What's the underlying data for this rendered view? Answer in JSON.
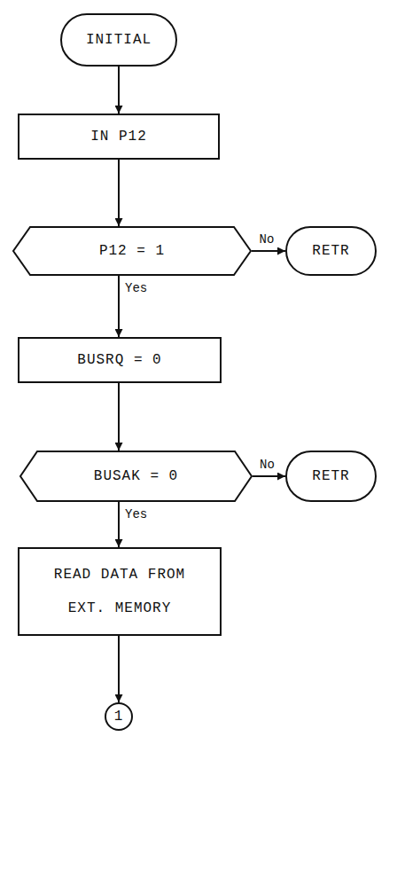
{
  "diagram": {
    "nodes": [
      {
        "text": [
          "INITIAL"
        ]
      },
      {
        "text": [
          "IN P12"
        ]
      },
      {
        "text": [
          "P12 = 1"
        ]
      },
      {
        "text": [
          "RETR"
        ]
      },
      {
        "text": [
          "BUSRQ = 0"
        ]
      },
      {
        "text": [
          "BUSAK = 0"
        ]
      },
      {
        "text": [
          "RETR"
        ]
      },
      {
        "text": [
          "READ DATA FROM EXT. MEMORY"
        ]
      },
      {
        "text": [
          "1"
        ]
      }
    ],
    "edges": [
      {
        "from": 0,
        "to": 1,
        "arrow": "to"
      },
      {
        "from": 1,
        "to": 2,
        "arrow": "to"
      },
      {
        "from": 2,
        "to": 3,
        "label": "No",
        "arrow": "to"
      },
      {
        "from": 2,
        "to": 4,
        "label": "Yes",
        "arrow": "to"
      },
      {
        "from": 4,
        "to": 5,
        "arrow": "to"
      },
      {
        "from": 5,
        "to": 6,
        "label": "No",
        "arrow": "to"
      },
      {
        "from": 5,
        "to": 7,
        "label": "Yes",
        "arrow": "to"
      },
      {
        "from": 7,
        "to": 8,
        "arrow": "to"
      }
    ]
  }
}
